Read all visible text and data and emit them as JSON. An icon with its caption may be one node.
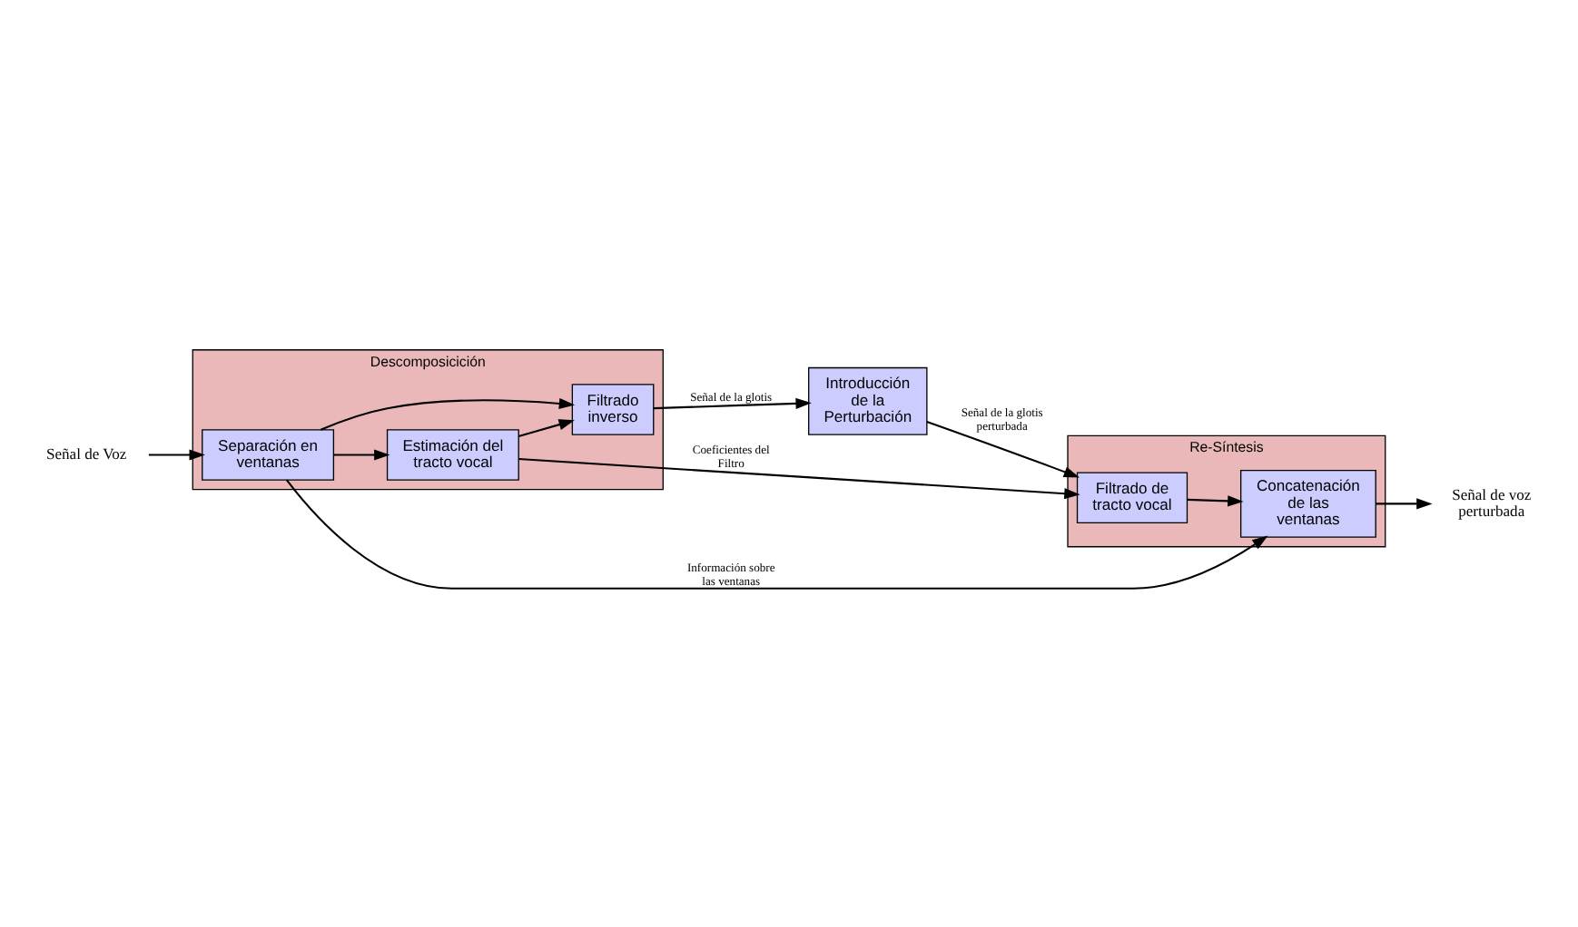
{
  "diagram": {
    "nodes": [
      {
        "text": [
          "Señal de Voz"
        ]
      },
      {
        "text": [
          "Descomposicición"
        ]
      },
      {
        "text": [
          "Separación en ventanas"
        ],
        "in": 1
      },
      {
        "text": [
          "Estimación del tracto vocal"
        ],
        "in": 1
      },
      {
        "text": [
          "Filtrado inverso"
        ],
        "in": 1
      },
      {
        "text": [
          "Introducción de la Perturbación"
        ]
      },
      {
        "text": [
          "Re-Síntesis"
        ]
      },
      {
        "text": [
          "Filtrado de tracto vocal"
        ],
        "in": 6
      },
      {
        "text": [
          "Concatenación de las ventanas"
        ],
        "in": 6
      },
      {
        "text": [
          "Señal de voz perturbada"
        ]
      }
    ],
    "edges": [
      {
        "from": 0,
        "to": 2,
        "arrow": "to"
      },
      {
        "from": 2,
        "to": 8,
        "arrow": "to",
        "label": "Información sobre las ventanas"
      },
      {
        "from": 2,
        "to": 3,
        "arrow": "to"
      },
      {
        "from": 2,
        "to": 4,
        "arrow": "to"
      },
      {
        "from": 3,
        "to": 4,
        "arrow": "to"
      },
      {
        "from": 3,
        "to": 7,
        "arrow": "to",
        "label": "Coeficientes del Filtro"
      },
      {
        "from": 4,
        "to": 5,
        "arrow": "to",
        "label": "Señal de la glotis"
      },
      {
        "from": 5,
        "to": 7,
        "arrow": "to",
        "label": "Señal de la glotis perturbada"
      },
      {
        "from": 7,
        "to": 8,
        "arrow": "to"
      },
      {
        "from": 8,
        "to": 9,
        "arrow": "to"
      }
    ]
  }
}
